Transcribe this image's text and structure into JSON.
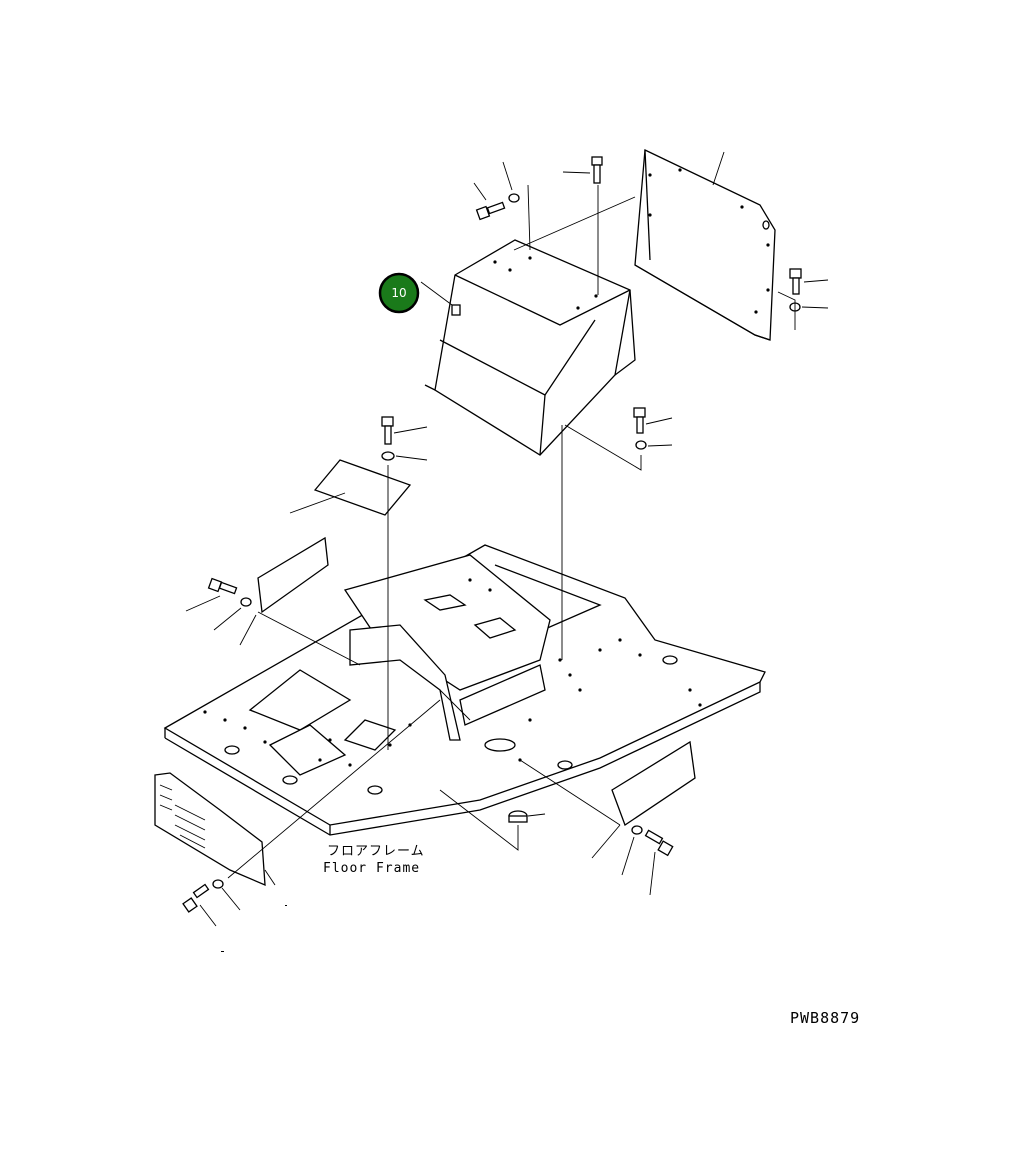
{
  "labels": {
    "floor_frame_jp": "フロアフレーム",
    "floor_frame_en": "Floor Frame",
    "drawing_code": "PWB8879"
  },
  "callout": {
    "number": "10",
    "color": "#1a7a1a"
  }
}
